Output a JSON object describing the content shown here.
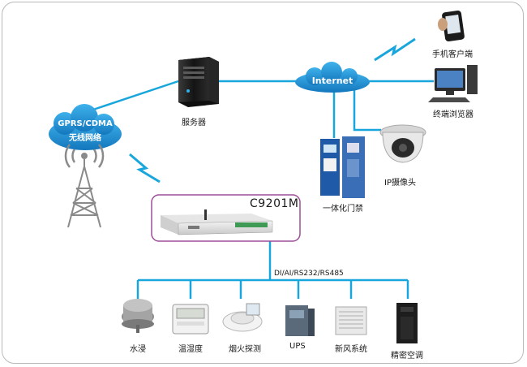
{
  "nodes": {
    "internet": "Internet",
    "gprs_line1": "GPRS/CDMA",
    "gprs_line2": "无线网络",
    "server": "服务器",
    "mobile": "手机客户端",
    "terminal": "终端浏览器",
    "ip_camera": "IP摄像头",
    "access_control": "一体化门禁",
    "device_model": "C9201M"
  },
  "bus_label": "DI/AI/RS232/RS485",
  "sensors": [
    {
      "label": "水浸",
      "icon": "water-leak-sensor-icon"
    },
    {
      "label": "温湿度",
      "icon": "temp-humidity-sensor-icon"
    },
    {
      "label": "烟火探测",
      "icon": "smoke-detector-icon"
    },
    {
      "label": "UPS",
      "icon": "ups-icon"
    },
    {
      "label": "新风系统",
      "icon": "fresh-air-unit-icon"
    },
    {
      "label": "精密空调",
      "icon": "precision-ac-icon"
    }
  ],
  "colors": {
    "link": "#19a6dc",
    "cloud": "#1c8fd0",
    "device_border": "#9b4f97"
  }
}
